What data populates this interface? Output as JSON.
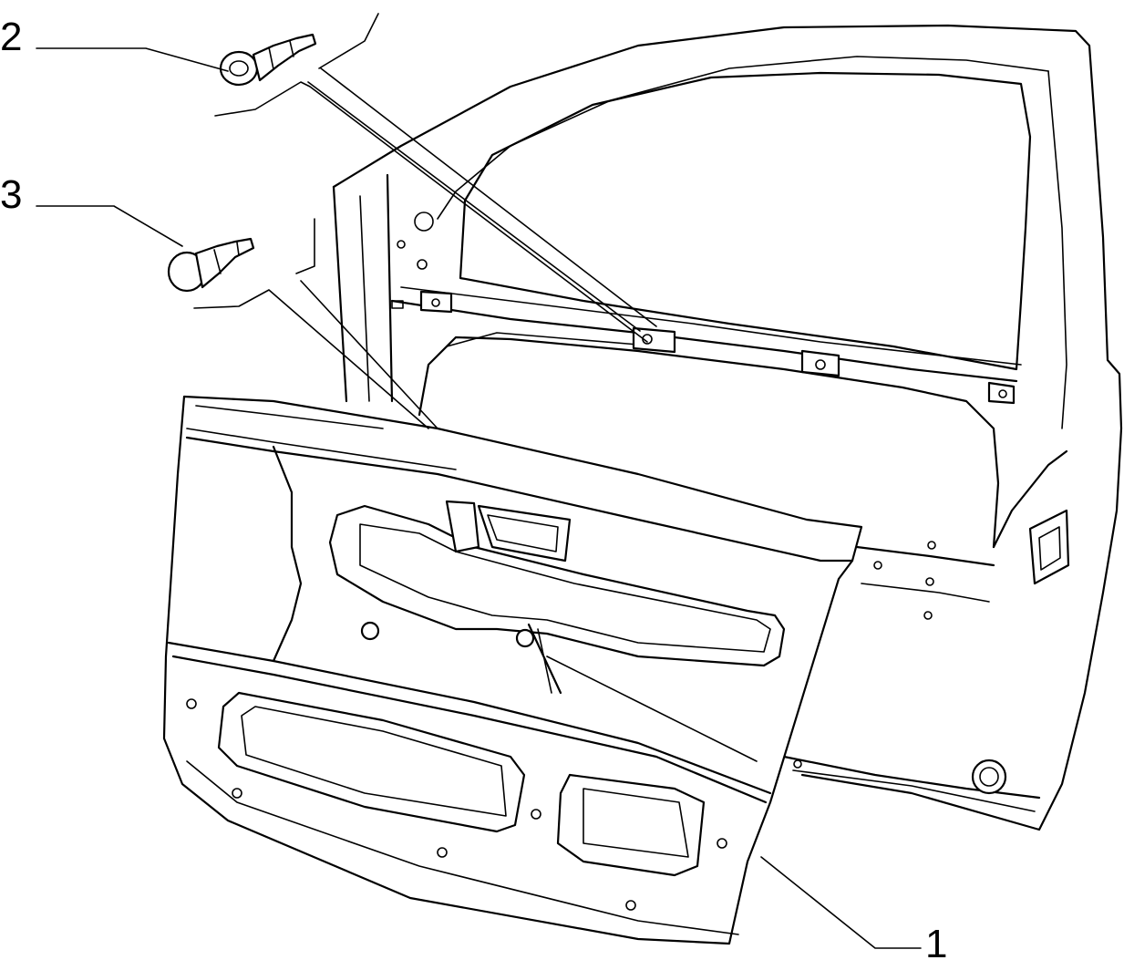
{
  "diagram": {
    "callouts": [
      {
        "id": "1",
        "label": "1",
        "part": "door-trim-panel"
      },
      {
        "id": "2",
        "label": "2",
        "part": "fastener-clip-large"
      },
      {
        "id": "3",
        "label": "3",
        "part": "fastener-clip-small"
      }
    ],
    "colors": {
      "line": "#000000",
      "background": "#ffffff"
    }
  }
}
